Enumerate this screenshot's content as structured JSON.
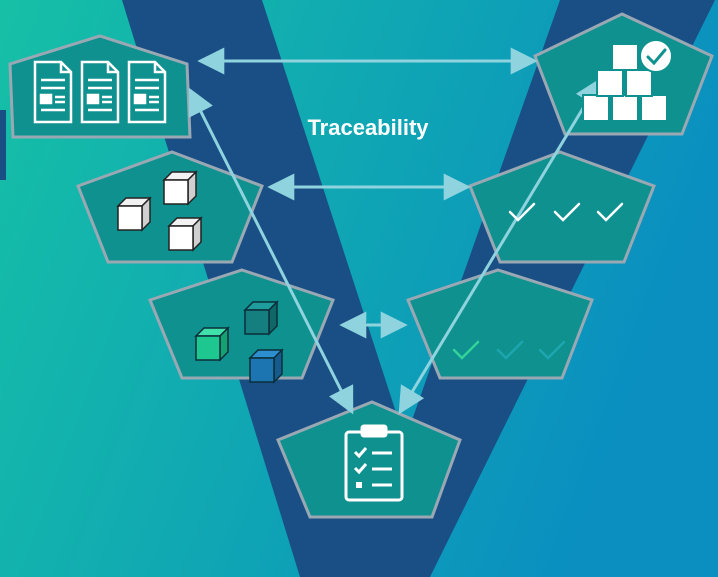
{
  "diagram": {
    "label": "Traceability",
    "colors": {
      "background_start": "#16c0a6",
      "background_end": "#0a8fc0",
      "v_shape": "#1a4f86",
      "pentagon_fill": "#0f918f",
      "pentagon_stroke": "#9aa8b4",
      "connector": "#8fd3de",
      "icon_white": "#ffffff",
      "cube_green": "#1ec78f",
      "cube_teal": "#157f80",
      "cube_blue": "#1c74b0",
      "check_green": "#34d39a",
      "check_teal": "#1ea6b0"
    },
    "nodes": [
      {
        "id": "requirements",
        "icon": "documents-icon"
      },
      {
        "id": "architecture",
        "icon": "white-cubes-icon"
      },
      {
        "id": "detailed-design",
        "icon": "colored-cubes-icon"
      },
      {
        "id": "implementation",
        "icon": "clipboard-checklist-icon"
      },
      {
        "id": "unit-tests",
        "icon": "colored-checkmarks-icon"
      },
      {
        "id": "integration-tests",
        "icon": "white-checkmarks-icon"
      },
      {
        "id": "acceptance",
        "icon": "verified-boxes-icon"
      }
    ]
  }
}
